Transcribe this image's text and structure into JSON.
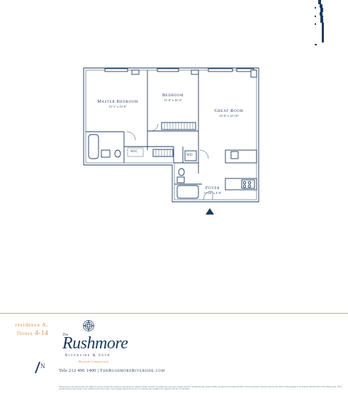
{
  "rooms": [
    {
      "key": "master",
      "name": "Master Bedroom",
      "dims": "13'-1\" x 13'-6\""
    },
    {
      "key": "bedroom",
      "name": "Bedroom",
      "dims": "11'-0\" x 10'-3\""
    },
    {
      "key": "great",
      "name": "Great Room",
      "dims": "13'-0\" x 12'-10\""
    },
    {
      "key": "foyer",
      "name": "Foyer",
      "dims": "11'-10\" x 4'-8\""
    }
  ],
  "fixtures": {
    "wic": "WIC",
    "wd": "WD"
  },
  "residence": {
    "line1": "residence A,",
    "line2_prefix": "floors",
    "line2_range": "4-14"
  },
  "logo": {
    "the": "The",
    "name": "Rushmore",
    "sub": "Riverside & 64th",
    "tagline": "Beyond Comparison"
  },
  "north": "N",
  "contact": {
    "phone": "Tele 212 496 1400",
    "separator": "|",
    "website": "TheRushmoreRiverside.com"
  },
  "disclaimer": "All dimensions are approximate and subject to normal construction variances and tolerances. Square footage exceeds the usable floor area and includes columns, mechanical pipe chases, shafts, doorways and closets and other common elements. Sponsor reserves the right to make changes in accordance with the terms of the offering plan. Plans and dimensions may contain minor variations from floor to floor. The complete offering terms are in an offering plan available from Sponsor. File No. CD-00-0000.",
  "colors": {
    "navy": "#1d3a5c",
    "accent": "#d98a3d",
    "divider": "#e0a46a"
  }
}
